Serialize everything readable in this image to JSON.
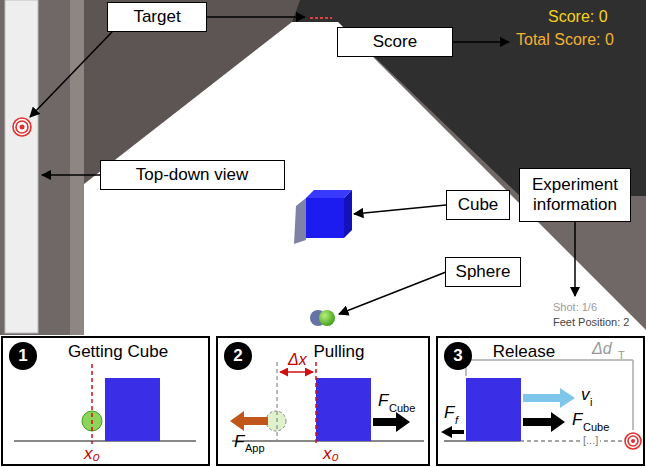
{
  "diagram": {
    "nodes": [
      {
        "text": [
          "Target"
        ]
      },
      {
        "text": [
          "Score"
        ]
      },
      {
        "text": [
          "Top-down view"
        ]
      },
      {
        "text": [
          "Cube"
        ]
      },
      {
        "text": [
          "Experiment information"
        ]
      },
      {
        "text": [
          "Sphere"
        ]
      },
      {
        "text": [
          "Getting Cube"
        ]
      },
      {
        "text": [
          "1"
        ],
        "in": 6
      },
      {
        "text": [
          "Pulling"
        ]
      },
      {
        "text": [
          "2"
        ],
        "in": 8
      },
      {
        "text": [
          "Release"
        ]
      },
      {
        "text": [
          "3"
        ],
        "in": 10
      }
    ],
    "labels": [
      "Score: 0",
      "Total Score: 0",
      "Shot: 1/6",
      "Feet Position: 2",
      "x₀",
      "Δx",
      "F",
      "App",
      "x₀",
      "F",
      "Cube",
      "Δd",
      "T",
      "v",
      "i",
      "F",
      "Cube",
      "F",
      "f",
      "[...]"
    ]
  }
}
